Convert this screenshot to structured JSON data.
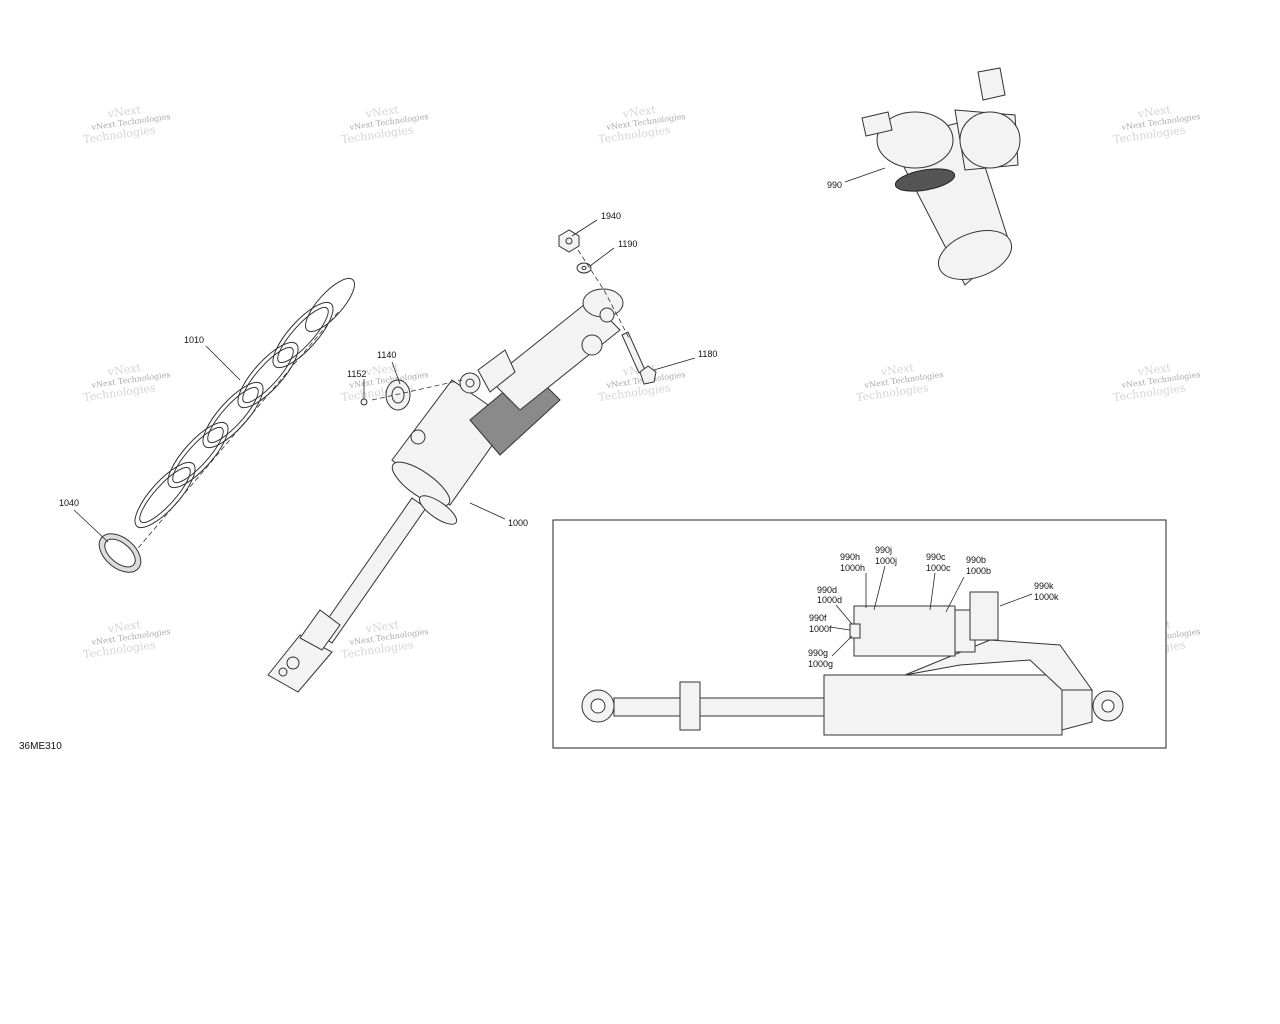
{
  "watermark": {
    "line1": "vNext Technologies",
    "line2": "vNext",
    "line3": "Technologies"
  },
  "diagram_code": "36ME310",
  "callouts": {
    "c1940": "1940",
    "c1190": "1190",
    "c1010": "1010",
    "c1140": "1140",
    "c1152": "1152",
    "c1180": "1180",
    "c1040": "1040",
    "c1000": "1000",
    "c990": "990",
    "c990h": "990h",
    "c1000h": "1000h",
    "c990j": "990j",
    "c1000j": "1000j",
    "c990c": "990c",
    "c1000c": "1000c",
    "c990b": "990b",
    "c1000b": "1000b",
    "c990d": "990d",
    "c1000d": "1000d",
    "c990k": "990k",
    "c1000k": "1000k",
    "c990f": "990f",
    "c1000f": "1000f",
    "c990g": "990g",
    "c1000g": "1000g"
  }
}
